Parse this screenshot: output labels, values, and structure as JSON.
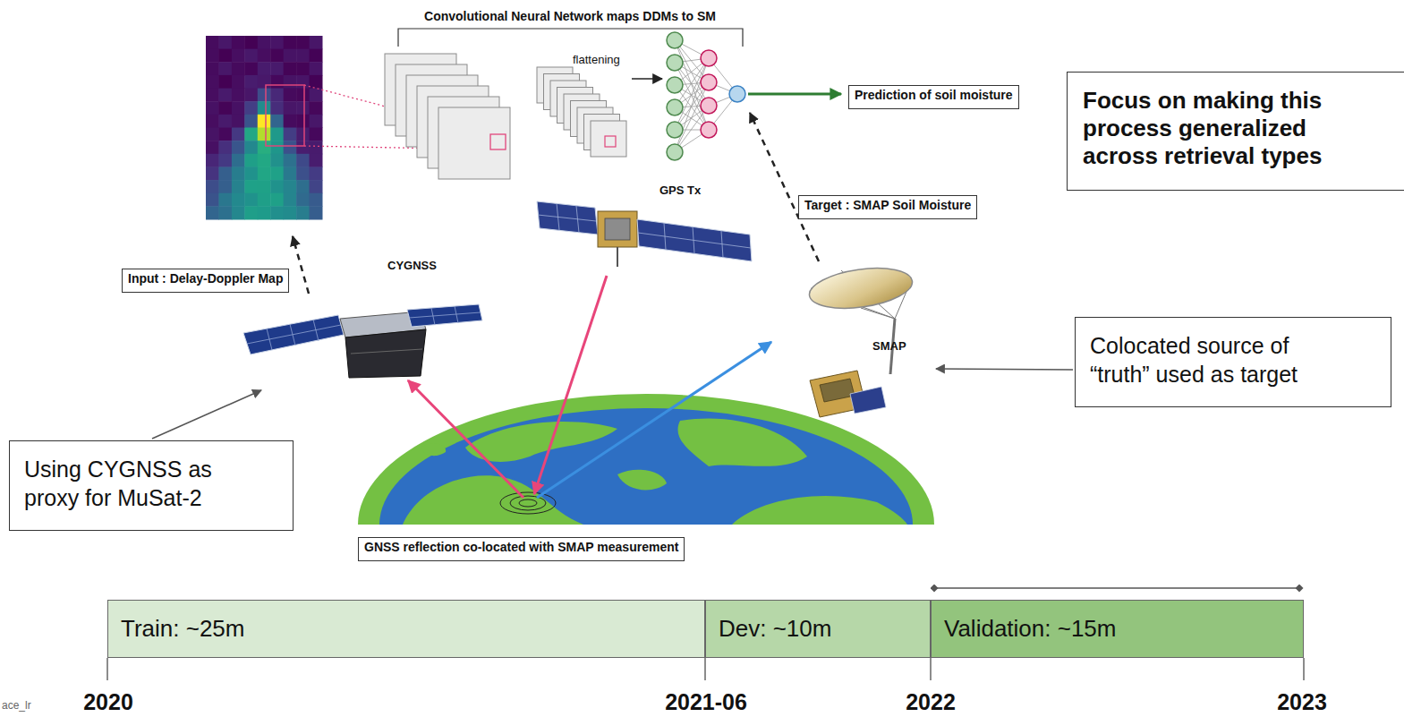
{
  "diagram": {
    "nodes": [
      {
        "text": [
          "Prediction of soil moisture"
        ]
      },
      {
        "text": [
          "Focus on making this process generalized across retrieval types"
        ]
      },
      {
        "text": [
          "Target : SMAP Soil Moisture"
        ]
      },
      {
        "text": [
          "Input : Delay-Doppler Map"
        ]
      },
      {
        "text": [
          "Colocated source of “truth” used as target"
        ]
      },
      {
        "text": [
          "Using CYGNSS as proxy for MuSat-2"
        ]
      },
      {
        "text": [
          "GNSS reflection co-located with SMAP measurement"
        ]
      },
      {
        "text": [
          "Train: ~25m"
        ]
      },
      {
        "text": [
          "Dev: ~10m"
        ]
      },
      {
        "text": [
          "Validation: ~15m"
        ]
      }
    ],
    "labels": [
      "Convolutional Neural Network maps DDMs to SM",
      "flattening",
      "GPS Tx",
      "CYGNSS",
      "SMAP",
      "2020",
      "2021-06",
      "2022",
      "2023",
      "ace_lr"
    ]
  }
}
